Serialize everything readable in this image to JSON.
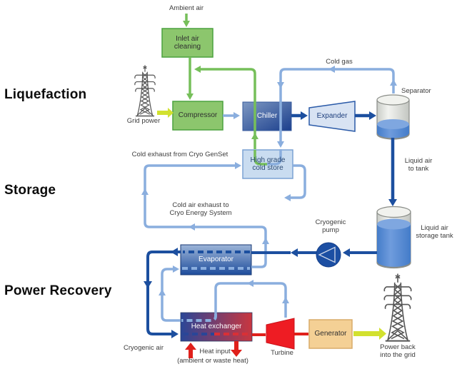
{
  "title": "Liquid air energy storage process diagram",
  "sections": {
    "liquefaction": "Liquefaction",
    "storage": "Storage",
    "power_recovery": "Power Recovery"
  },
  "nodes": {
    "inlet_air_cleaning": "Inlet air\ncleaning",
    "compressor": "Compressor",
    "chiller": "Chiller",
    "expander": "Expander",
    "high_grade_cold_store": "High grade\ncold store",
    "evaporator": "Evaporator",
    "heat_exchanger": "Heat exchanger",
    "generator": "Generator"
  },
  "labels": {
    "ambient_air": "Ambient air",
    "grid_power": "Grid power",
    "cold_gas": "Cold gas",
    "separator": "Separator",
    "liquid_air_to_tank": "Liquid air\nto tank",
    "liquid_air_storage_tank": "Liquid air\nstorage tank",
    "cryogenic_pump": "Cryogenic\npump",
    "cold_exhaust_genset": "Cold exhaust from Cryo GenSet",
    "cold_air_exhaust": "Cold air exhaust to\nCryo Energy System",
    "cryogenic_air": "Cryogenic air",
    "heat_input": "Heat input",
    "heat_input_sub": "(ambient or waste heat)",
    "turbine": "Turbine",
    "power_back": "Power back\ninto the grid"
  },
  "colors": {
    "green_box": "#8cc66d",
    "green_box_border": "#4ba23e",
    "green_line": "#76bf5a",
    "light_blue_line": "#8aaede",
    "navy_line": "#1c4f9f",
    "red_line": "#e0201b",
    "yellow_green_arrow": "#d2e12f",
    "chiller_gradient": [
      "#7e98c2",
      "#1b3f8d"
    ],
    "evaporator_gradient": [
      "#9db5d8",
      "#1d4c9c"
    ],
    "heat_exchanger_gradient": [
      "#2a4697",
      "#c9363f"
    ],
    "cold_store_fill": "#c9dcf0",
    "expander_fill": "#d8e3f3",
    "generator_fill": "#f4d095",
    "turbine_fill": "#ee1c23",
    "liquid_fill": "#4f86d2"
  }
}
